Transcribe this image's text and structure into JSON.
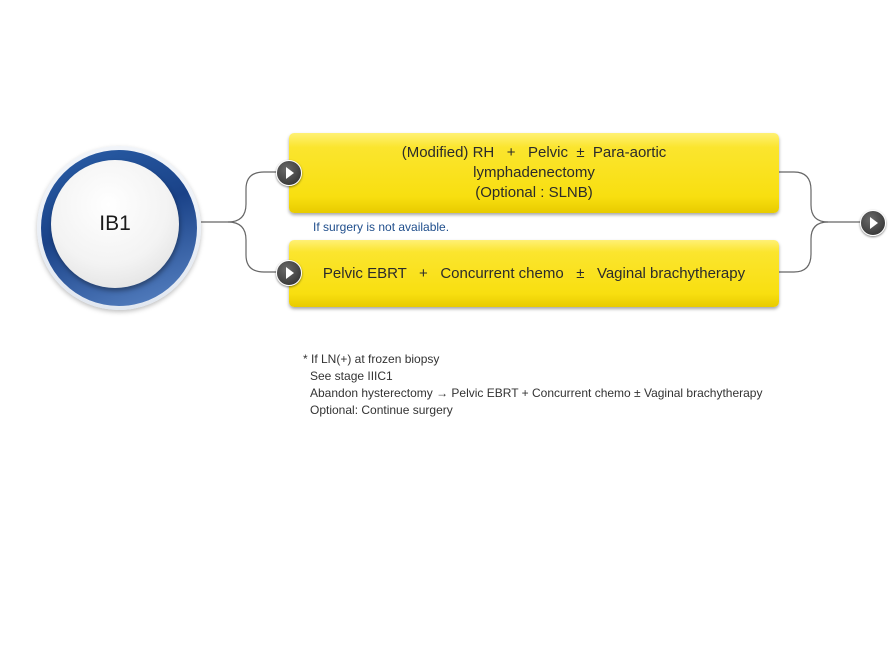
{
  "stage": {
    "label": "IB1"
  },
  "options": [
    {
      "lines": [
        "(Modified) RH   +   Pelvic  ±  Para-aortic",
        "lymphadenectomy",
        "(Optional : SLNB)"
      ]
    },
    {
      "lines": [
        "Pelvic EBRT   +   Concurrent chemo   ±   Vaginal brachytherapy"
      ]
    }
  ],
  "condition_note": "If surgery is not available.",
  "footnote": {
    "lines": [
      "* If LN(+) at frozen biopsy",
      "See stage IIIC1",
      "Abandon hysterectomy → Pelvic EBRT + Concurrent chemo ± Vaginal brachytherapy",
      "Optional: Continue surgery"
    ]
  },
  "colors": {
    "box_fill": "#f8df10",
    "ring_blue": "#1a4288",
    "arrow_button": "#3d3d3d",
    "note_blue": "#1f4e8c"
  },
  "icons": {
    "option_arrow": "chevron-right-icon",
    "next_arrow": "chevron-right-icon"
  }
}
